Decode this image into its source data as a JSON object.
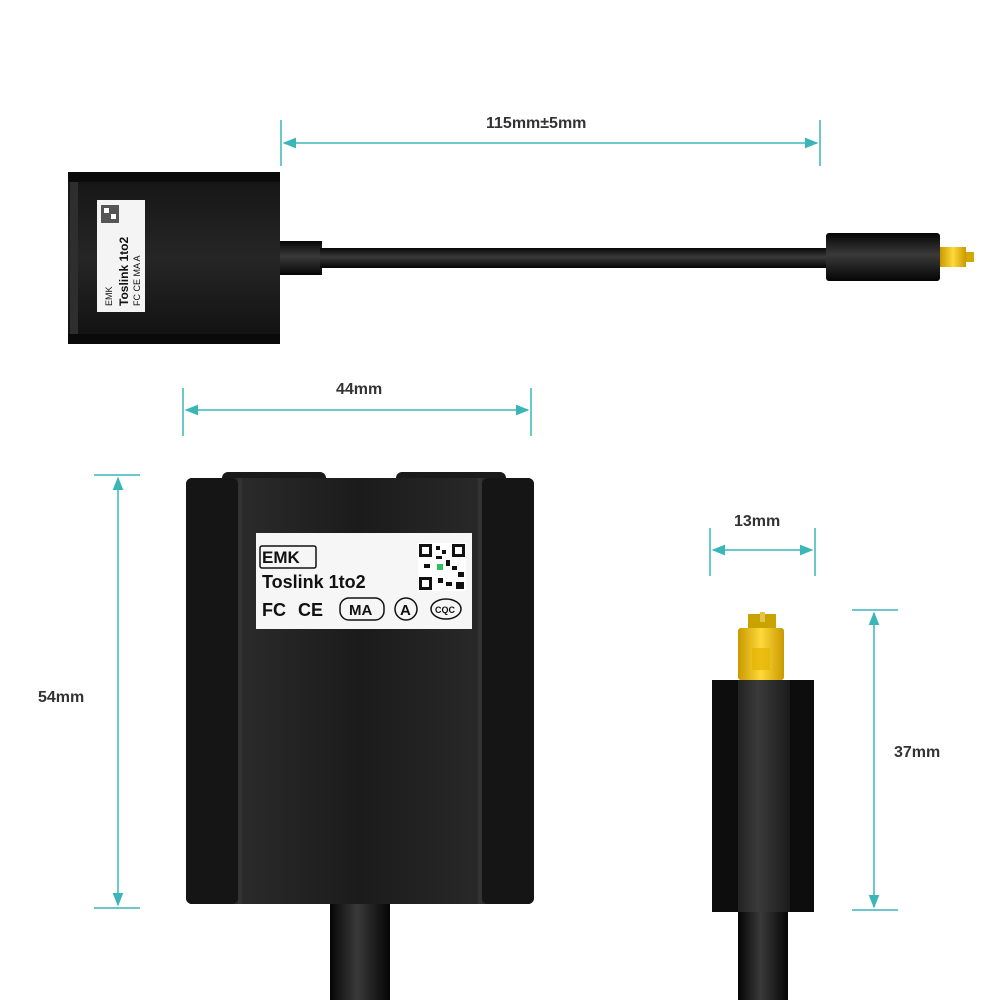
{
  "dimensions": {
    "cable_length": "115mm±5mm",
    "body_width": "44mm",
    "body_height": "54mm",
    "plug_width": "13mm",
    "plug_length": "37mm"
  },
  "product_label": {
    "brand": "EMK",
    "model": "Toslink 1to2",
    "certifications": [
      "FC",
      "CE",
      "MA",
      "A",
      "CQC"
    ]
  },
  "colors": {
    "dimension_line": "#3bb6b8",
    "body": "#1a1a1a",
    "plug_tip": "#f2c200"
  }
}
